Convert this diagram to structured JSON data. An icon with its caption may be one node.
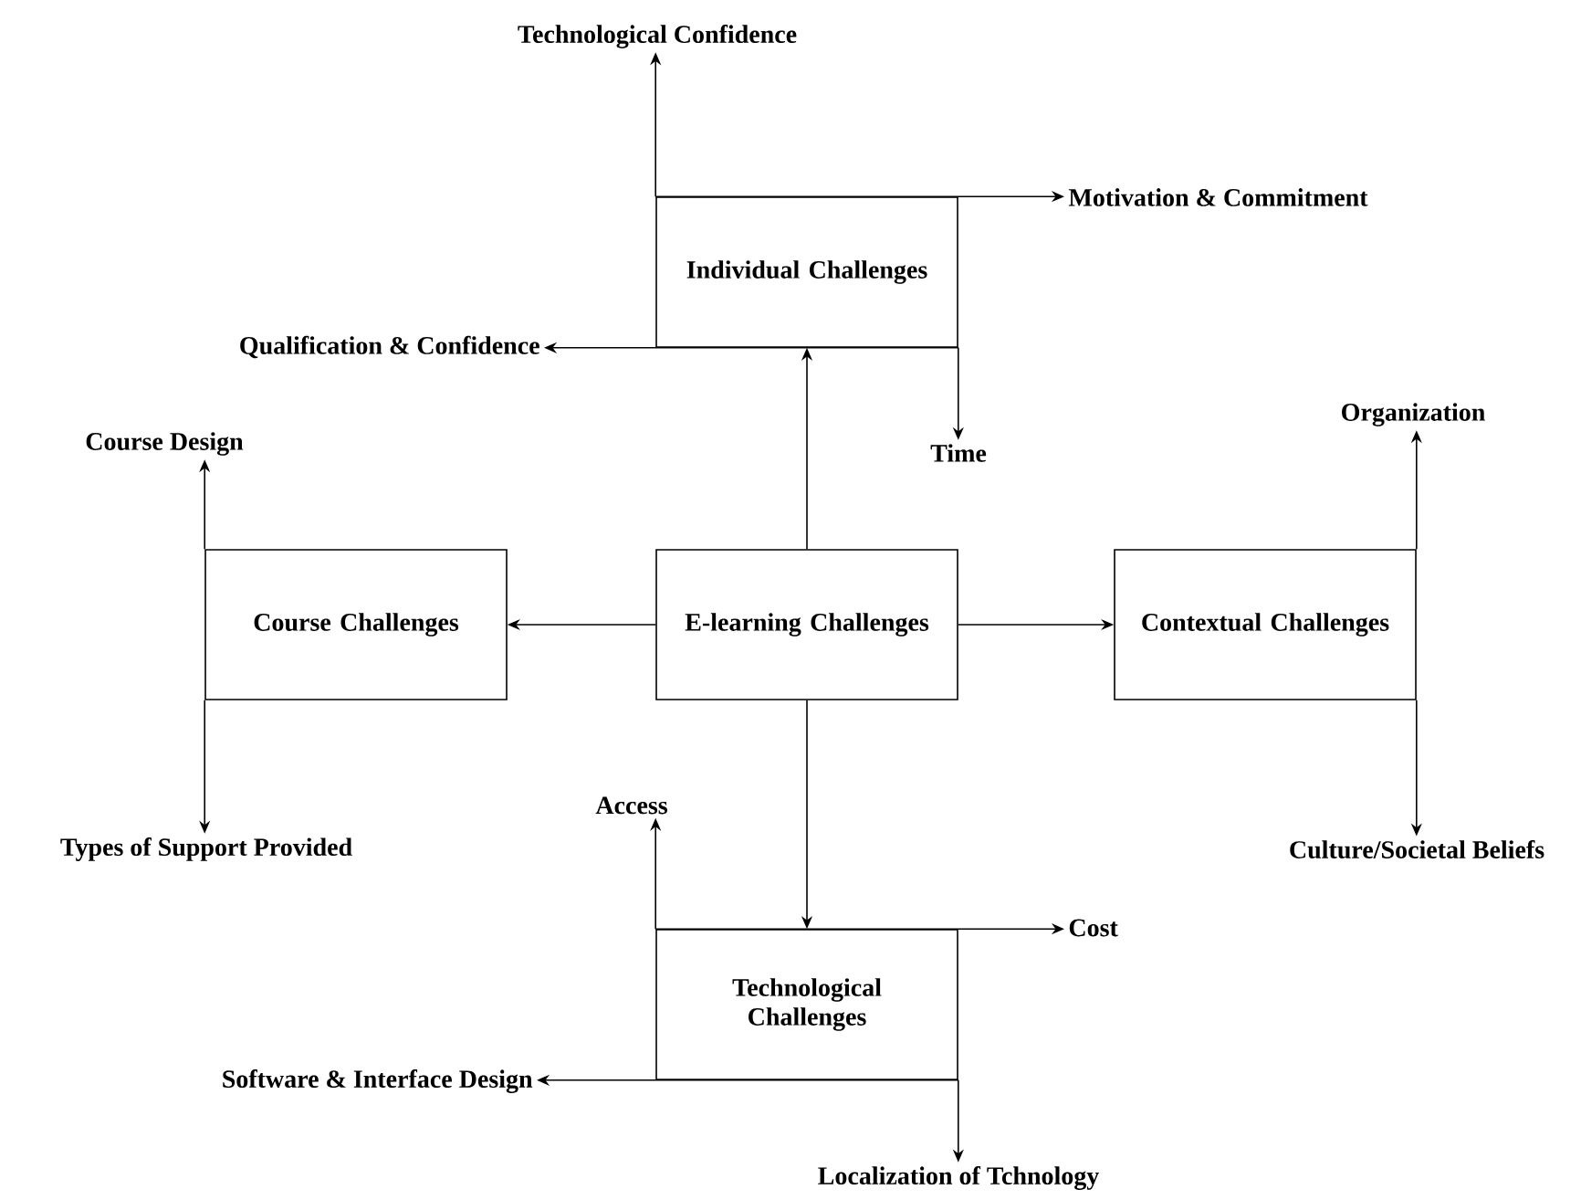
{
  "diagram": {
    "nodes": [
      {
        "text": [
          "Technological Confidence"
        ]
      },
      {
        "text": [
          "Motivation & Commitment"
        ]
      },
      {
        "text": [
          "Individual Challenges"
        ]
      },
      {
        "text": [
          "Qualification & Confidence"
        ]
      },
      {
        "text": [
          "Time"
        ]
      },
      {
        "text": [
          "Organization"
        ]
      },
      {
        "text": [
          "Course Design"
        ]
      },
      {
        "text": [
          "Course Challenges"
        ]
      },
      {
        "text": [
          "E-learning Challenges"
        ]
      },
      {
        "text": [
          "Contextual Challenges"
        ]
      },
      {
        "text": [
          "Types of Support Provided"
        ]
      },
      {
        "text": [
          "Culture/Societal Beliefs"
        ]
      },
      {
        "text": [
          "Access"
        ]
      },
      {
        "text": [
          "Technological Challenges"
        ]
      },
      {
        "text": [
          "Cost"
        ]
      },
      {
        "text": [
          "Software & Interface Design"
        ]
      },
      {
        "text": [
          "Localization of Tchnology"
        ]
      }
    ],
    "edges": [
      {
        "from": 8,
        "to": 2,
        "arrow": "to"
      },
      {
        "from": 8,
        "to": 7,
        "arrow": "to"
      },
      {
        "from": 8,
        "to": 9,
        "arrow": "to"
      },
      {
        "from": 8,
        "to": 13,
        "arrow": "to"
      },
      {
        "from": 2,
        "to": 0,
        "arrow": "to"
      },
      {
        "from": 2,
        "to": 1,
        "arrow": "to"
      },
      {
        "from": 2,
        "to": 3,
        "arrow": "to"
      },
      {
        "from": 2,
        "to": 4,
        "arrow": "to"
      },
      {
        "from": 7,
        "to": 6,
        "arrow": "to"
      },
      {
        "from": 7,
        "to": 10,
        "arrow": "to"
      },
      {
        "from": 9,
        "to": 5,
        "arrow": "to"
      },
      {
        "from": 9,
        "to": 11,
        "arrow": "to"
      },
      {
        "from": 13,
        "to": 12,
        "arrow": "to"
      },
      {
        "from": 13,
        "to": 14,
        "arrow": "to"
      },
      {
        "from": 13,
        "to": 15,
        "arrow": "to"
      },
      {
        "from": 13,
        "to": 16,
        "arrow": "to"
      }
    ]
  }
}
